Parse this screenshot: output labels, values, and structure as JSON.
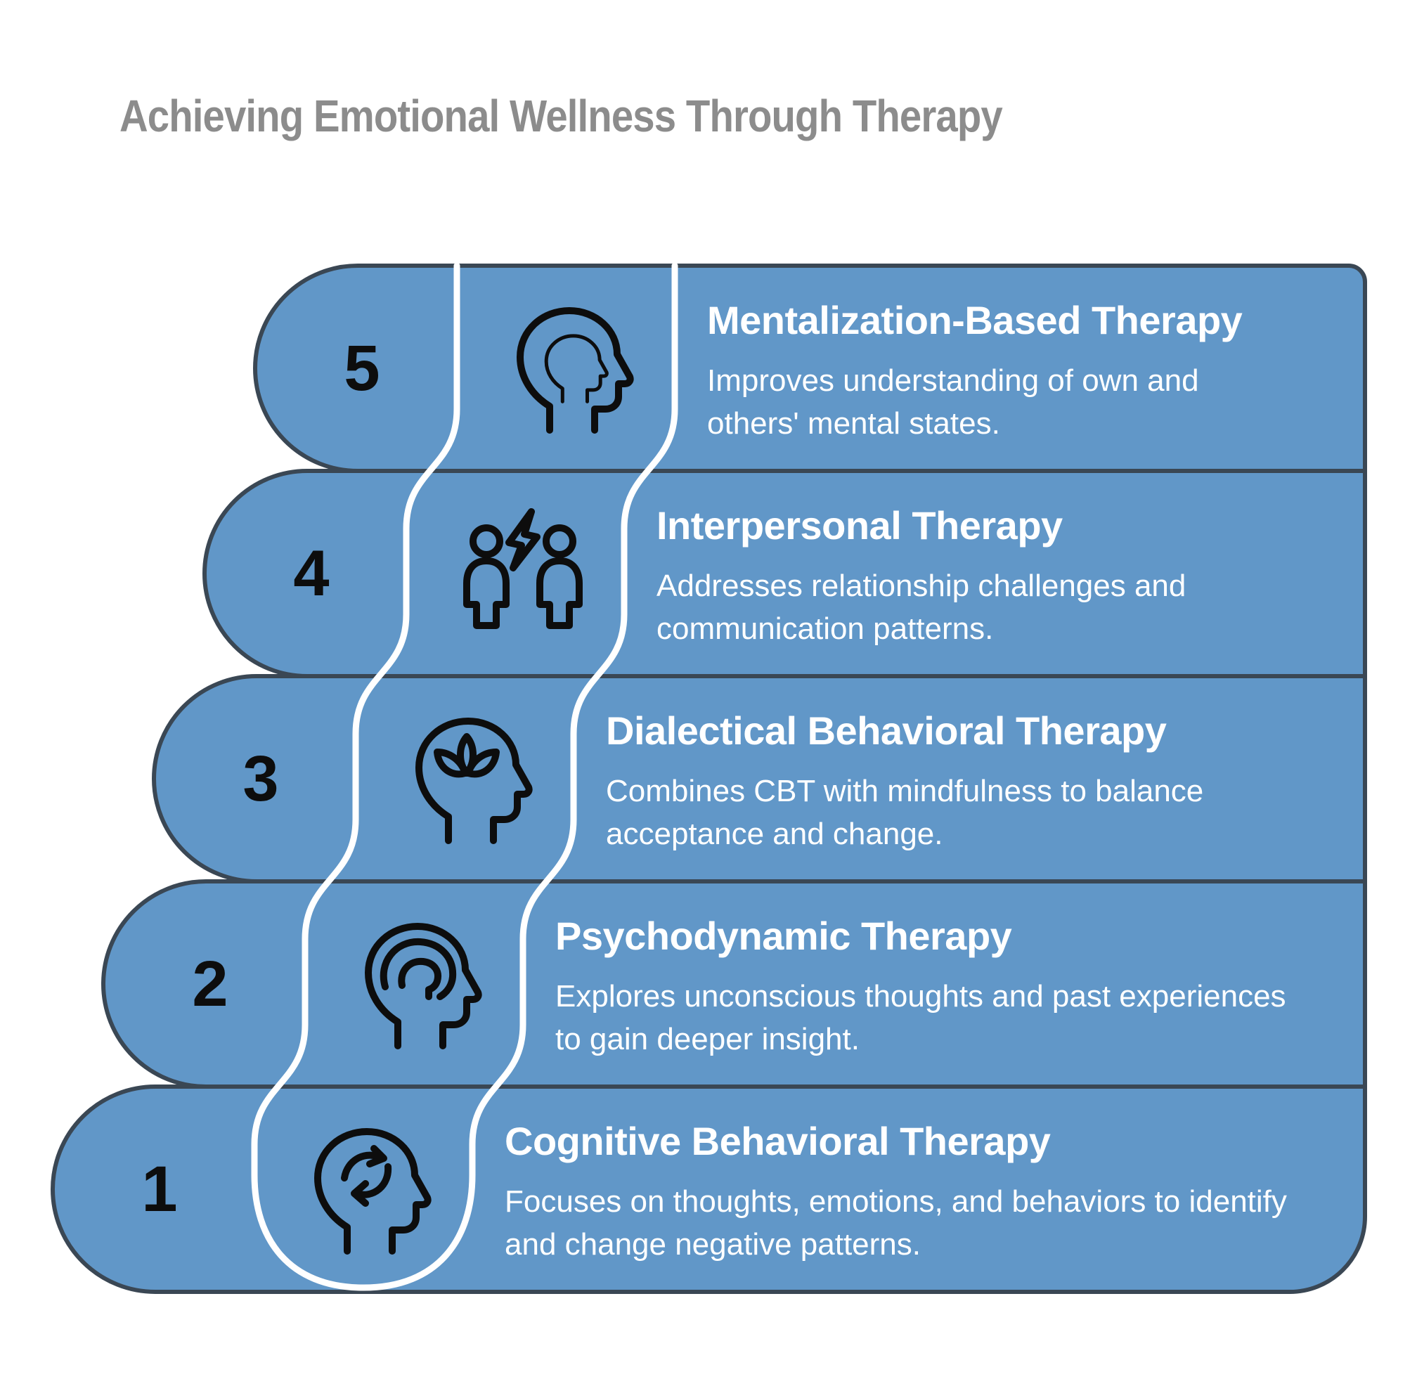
{
  "title": "Achieving Emotional Wellness Through Therapy",
  "colors": {
    "bar_fill": "#6197C8",
    "bar_border": "#3A4754",
    "band_stroke": "#FFFFFF",
    "title_text": "#8C8C8C",
    "step_text": "#FFFFFF",
    "number_text": "#0D0D0D",
    "icon_stroke": "#0D0D0D",
    "background": "#FFFFFF"
  },
  "steps": [
    {
      "number": "5",
      "icon": "mentalization-head-in-head-icon",
      "title": "Mentalization-Based Therapy",
      "description": "Improves understanding of own and\nothers' mental states."
    },
    {
      "number": "4",
      "icon": "interpersonal-conflict-people-icon",
      "title": "Interpersonal Therapy",
      "description": "Addresses relationship challenges and\ncommunication patterns."
    },
    {
      "number": "3",
      "icon": "mindfulness-head-lotus-icon",
      "title": "Dialectical Behavioral Therapy",
      "description": "Combines CBT with mindfulness to balance\nacceptance and change."
    },
    {
      "number": "2",
      "icon": "psychodynamic-head-layers-icon",
      "title": "Psychodynamic Therapy",
      "description": "Explores unconscious thoughts and past experiences\nto gain deeper insight."
    },
    {
      "number": "1",
      "icon": "cognitive-cycle-head-icon",
      "title": "Cognitive Behavioral Therapy",
      "description": "Focuses on thoughts, emotions, and behaviors to identify\nand change negative patterns."
    }
  ]
}
